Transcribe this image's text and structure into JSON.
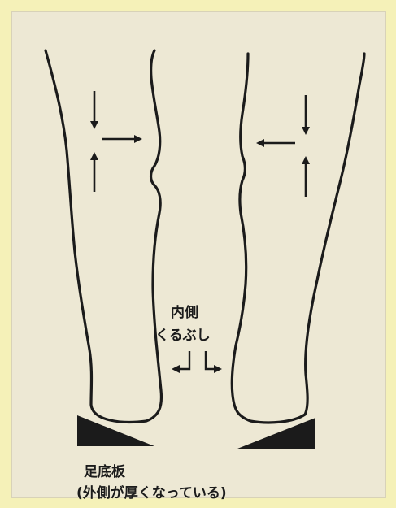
{
  "labels": {
    "ankle_line1": "内側",
    "ankle_line2": "くるぶし",
    "insole_line1": "足底板",
    "insole_line2": "(外側が厚くなっている)"
  },
  "colors": {
    "outer_frame": "#f5f1b8",
    "paper": "#ede8d4",
    "ink": "#1b1b1b"
  },
  "icons": [
    "arrow-down-icon",
    "arrow-up-icon",
    "arrow-right-icon",
    "arrow-left-icon",
    "wedge-icon"
  ]
}
